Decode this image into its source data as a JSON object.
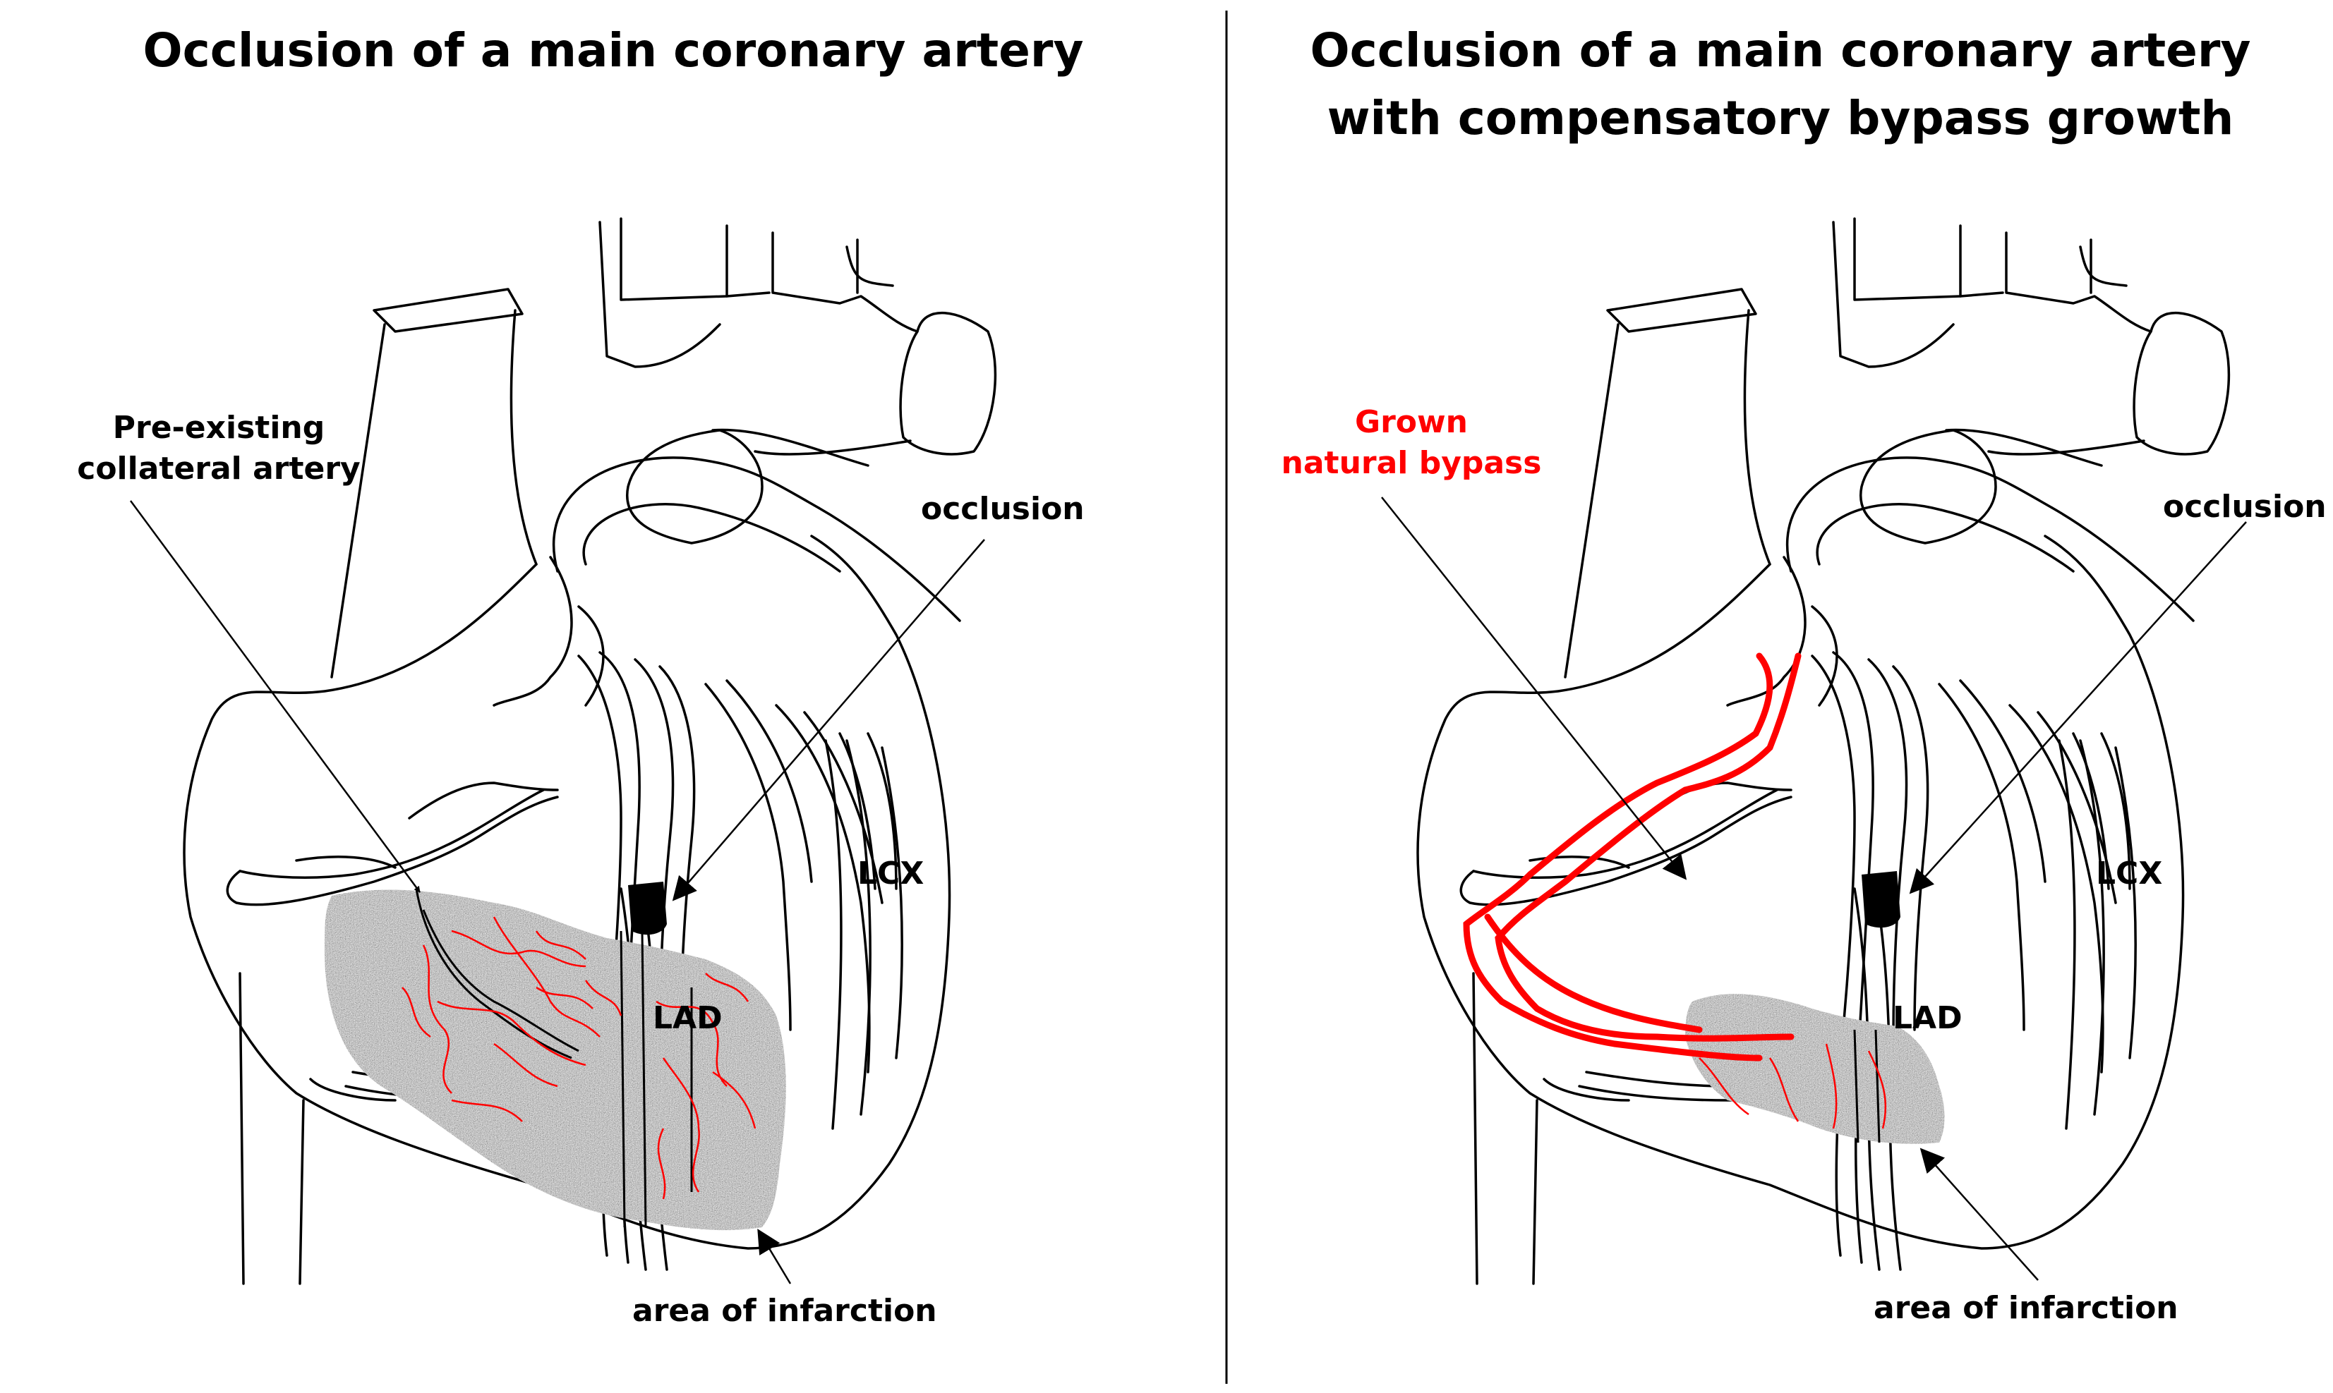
{
  "left_panel": {
    "title": "Occlusion of a main coronary artery",
    "labels": {
      "collateral_line1": "Pre-existing",
      "collateral_line2": "collateral artery",
      "occlusion": "occlusion",
      "lcx": "LCX",
      "lad": "LAD",
      "infarction": "area of infarction"
    }
  },
  "right_panel": {
    "title_line1": "Occlusion of a main coronary artery",
    "title_line2": "with compensatory bypass growth",
    "labels": {
      "bypass_line1": "Grown",
      "bypass_line2": "natural bypass",
      "occlusion": "occlusion",
      "lcx": "LCX",
      "lad": "LAD",
      "infarction": "area of infarction"
    }
  },
  "colors": {
    "outline": "#000000",
    "collateral_vessels": "#ff0000",
    "infarct_fill": "#8c8c8c",
    "highlight_text": "#ff0000"
  }
}
